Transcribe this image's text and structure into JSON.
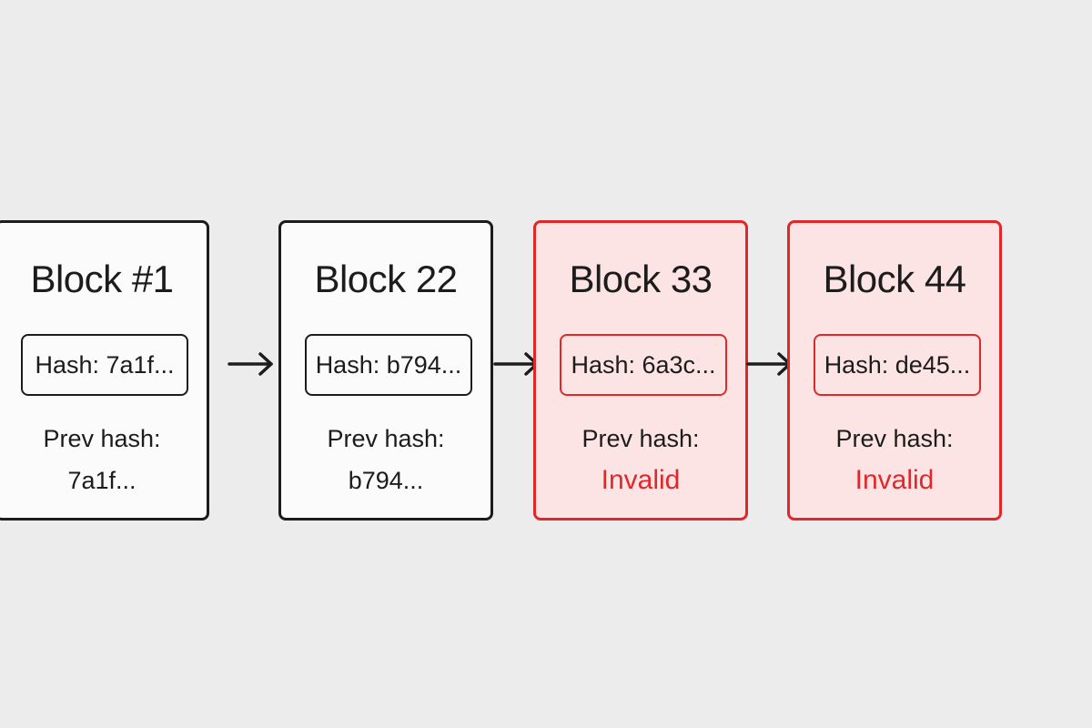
{
  "colors": {
    "background": "#ececec",
    "valid_border": "#1c1c1c",
    "valid_fill": "#fbfbfb",
    "invalid_border": "#e0282a",
    "invalid_fill": "#fde4e4",
    "invalid_text": "#e0282a"
  },
  "blocks": [
    {
      "title": "Block #1",
      "hash": "Hash: 7a1f...",
      "prev_label": "Prev hash:",
      "prev_value": "7a1f...",
      "status": "valid"
    },
    {
      "title": "Block 22",
      "hash": "Hash: b794...",
      "prev_label": "Prev hash:",
      "prev_value": "b794...",
      "status": "valid"
    },
    {
      "title": "Block 33",
      "hash": "Hash: 6a3c...",
      "prev_label": "Prev hash:",
      "prev_value": "Invalid",
      "status": "invalid"
    },
    {
      "title": "Block 44",
      "hash": "Hash: de45...",
      "prev_label": "Prev hash:",
      "prev_value": "Invalid",
      "status": "invalid"
    }
  ],
  "links": [
    {
      "from": "Block #1",
      "to": "Block 22",
      "icon": "arrow-right-icon"
    },
    {
      "from": "Block 22",
      "to": "Block 33",
      "icon": "arrow-right-icon"
    },
    {
      "from": "Block 33",
      "to": "Block 44",
      "icon": "arrow-right-icon"
    }
  ]
}
